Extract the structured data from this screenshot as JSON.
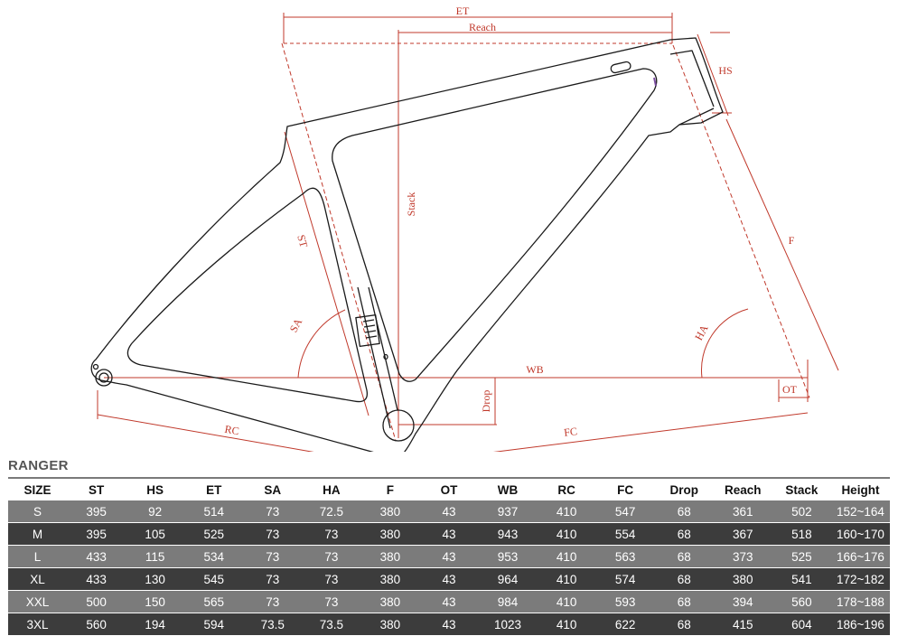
{
  "diagram": {
    "labels": {
      "et": "ET",
      "reach": "Reach",
      "hs": "HS",
      "stack": "Stack",
      "st": "ST",
      "f": "F",
      "sa": "SA",
      "ha": "HA",
      "wb": "WB",
      "ot": "OT",
      "drop": "Drop",
      "rc": "RC",
      "fc": "FC"
    },
    "colors": {
      "frame_line": "#1a1a1a",
      "dimension_line": "#c0392b",
      "accent_mark": "#7b4fa0"
    }
  },
  "table": {
    "title": "RANGER",
    "headers": [
      "SIZE",
      "ST",
      "HS",
      "ET",
      "SA",
      "HA",
      "F",
      "OT",
      "WB",
      "RC",
      "FC",
      "Drop",
      "Reach",
      "Stack",
      "Height"
    ],
    "rows": [
      [
        "S",
        "395",
        "92",
        "514",
        "73",
        "72.5",
        "380",
        "43",
        "937",
        "410",
        "547",
        "68",
        "361",
        "502",
        "152~164"
      ],
      [
        "M",
        "395",
        "105",
        "525",
        "73",
        "73",
        "380",
        "43",
        "943",
        "410",
        "554",
        "68",
        "367",
        "518",
        "160~170"
      ],
      [
        "L",
        "433",
        "115",
        "534",
        "73",
        "73",
        "380",
        "43",
        "953",
        "410",
        "563",
        "68",
        "373",
        "525",
        "166~176"
      ],
      [
        "XL",
        "433",
        "130",
        "545",
        "73",
        "73",
        "380",
        "43",
        "964",
        "410",
        "574",
        "68",
        "380",
        "541",
        "172~182"
      ],
      [
        "XXL",
        "500",
        "150",
        "565",
        "73",
        "73",
        "380",
        "43",
        "984",
        "410",
        "593",
        "68",
        "394",
        "560",
        "178~188"
      ],
      [
        "3XL",
        "560",
        "194",
        "594",
        "73.5",
        "73.5",
        "380",
        "43",
        "1023",
        "410",
        "622",
        "68",
        "415",
        "604",
        "186~196"
      ]
    ],
    "colors": {
      "row_light": "#7b7b7b",
      "row_dark": "#3c3c3c",
      "header_text": "#111111",
      "cell_text": "#ffffff",
      "title_text": "#555555"
    }
  }
}
